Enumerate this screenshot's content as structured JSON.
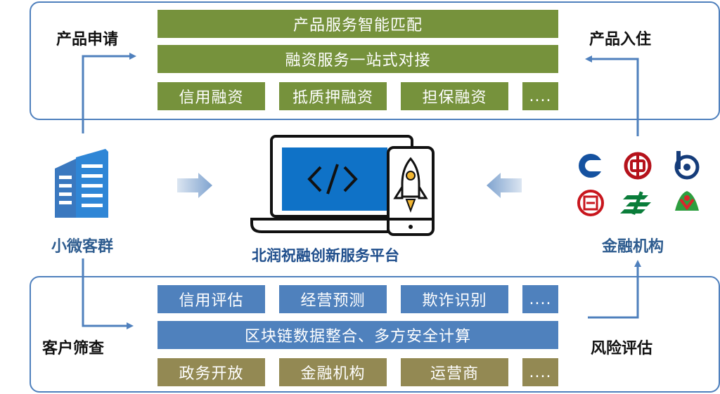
{
  "top_panel": {
    "bar_match": "产品服务智能匹配",
    "bar_connect": "融资服务一站式对接",
    "products": [
      "信用融资",
      "抵质押融资",
      "担保融资",
      "...."
    ]
  },
  "bottom_panel": {
    "services": [
      "信用评估",
      "经营预测",
      "欺诈识别",
      "...."
    ],
    "bar_tech": "区块链数据整合、多方安全计算",
    "sources": [
      "政务开放",
      "金融机构",
      "运营商",
      "...."
    ]
  },
  "labels": {
    "product_apply": "产品申请",
    "product_onboard": "产品入住",
    "customer_group": "小微客群",
    "financial_institution": "金融机构",
    "customer_screen": "客户筛查",
    "risk_assess": "风险评估",
    "platform": "北润祝融创新服务平台"
  },
  "colors": {
    "panel_border": "#4f80bd",
    "green_bar": "#76923c",
    "blue_bar": "#4f81bd",
    "olive_bar": "#938953",
    "arrow": "#4f80bd"
  },
  "icons": [
    "building-icon",
    "laptop-code-icon",
    "rocket-phone-icon",
    "bank-logo-icons"
  ]
}
